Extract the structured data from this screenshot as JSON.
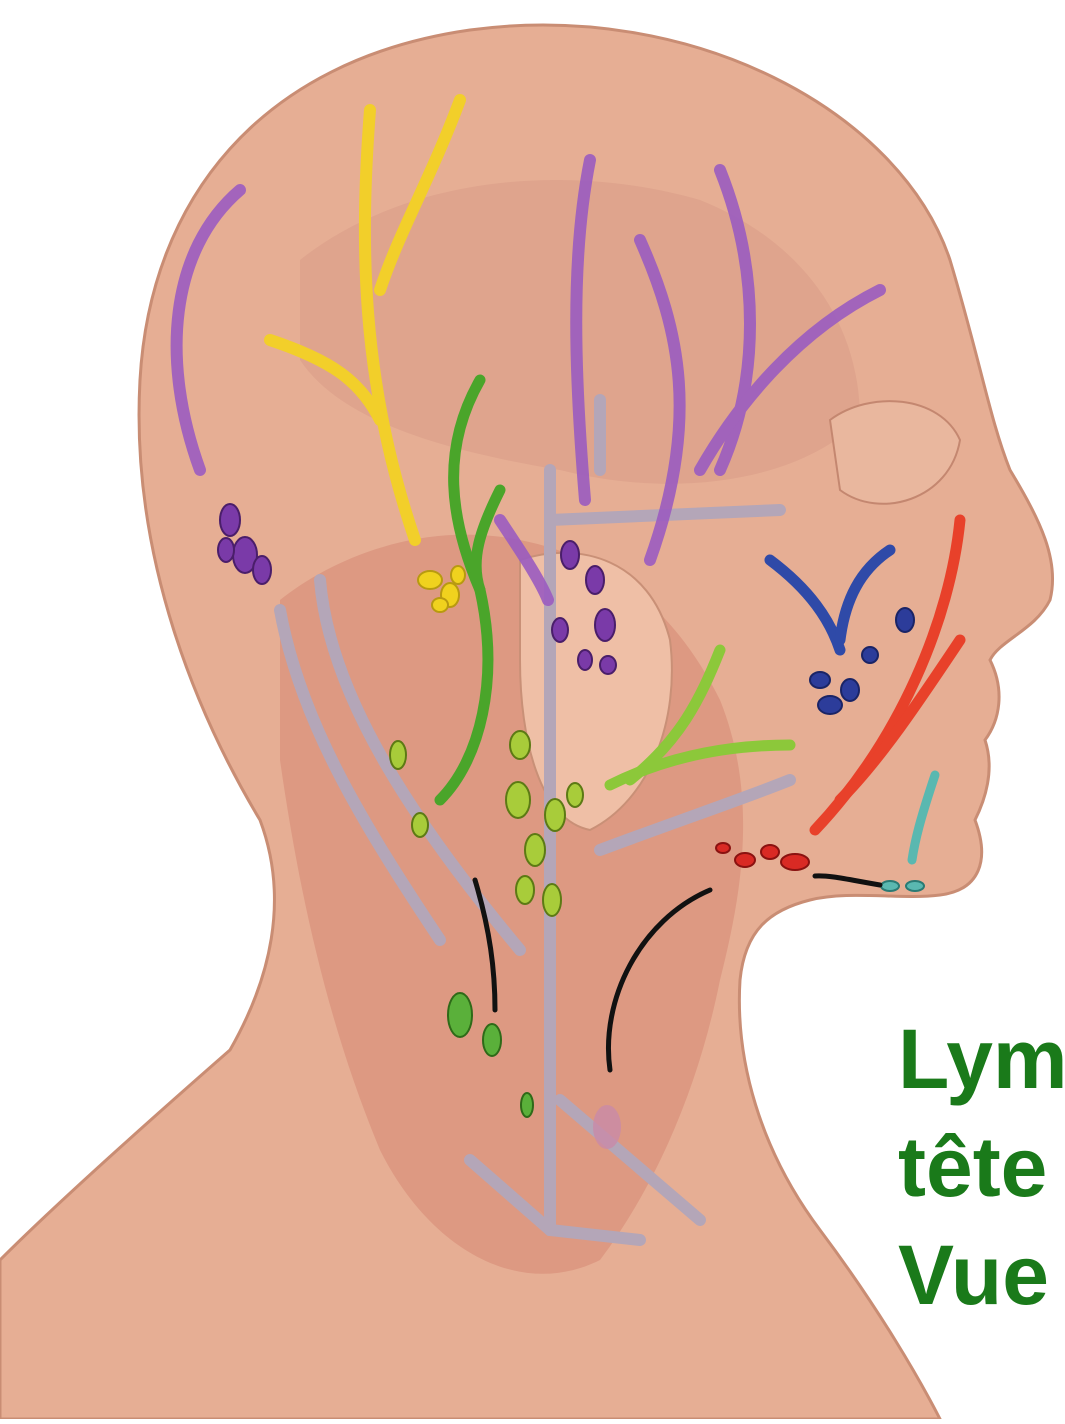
{
  "caption": {
    "lines": [
      "Lym",
      "tête",
      "Vue"
    ],
    "color": "#1a7a1a"
  },
  "palette": {
    "skin": "#e3a98f",
    "skin_light": "#f0c4ac",
    "muscle": "#d98f7a",
    "vein": "#b6a8b8",
    "purple": "#7b3fa0",
    "yellow": "#f2cf2a",
    "green": "#4aa52a",
    "light_green": "#8cc83a",
    "blue": "#2f4aa8",
    "red": "#e8412a",
    "cyan": "#5ab8b0",
    "black": "#111111",
    "node_purple": "#7a3aa8",
    "node_yellow": "#f0d21e",
    "node_green": "#a8cc3a",
    "node_blue": "#2c3c9a",
    "node_red": "#d92a24",
    "node_pink": "#c98aa8"
  },
  "icons": [
    "anatomy-head-illustration"
  ]
}
